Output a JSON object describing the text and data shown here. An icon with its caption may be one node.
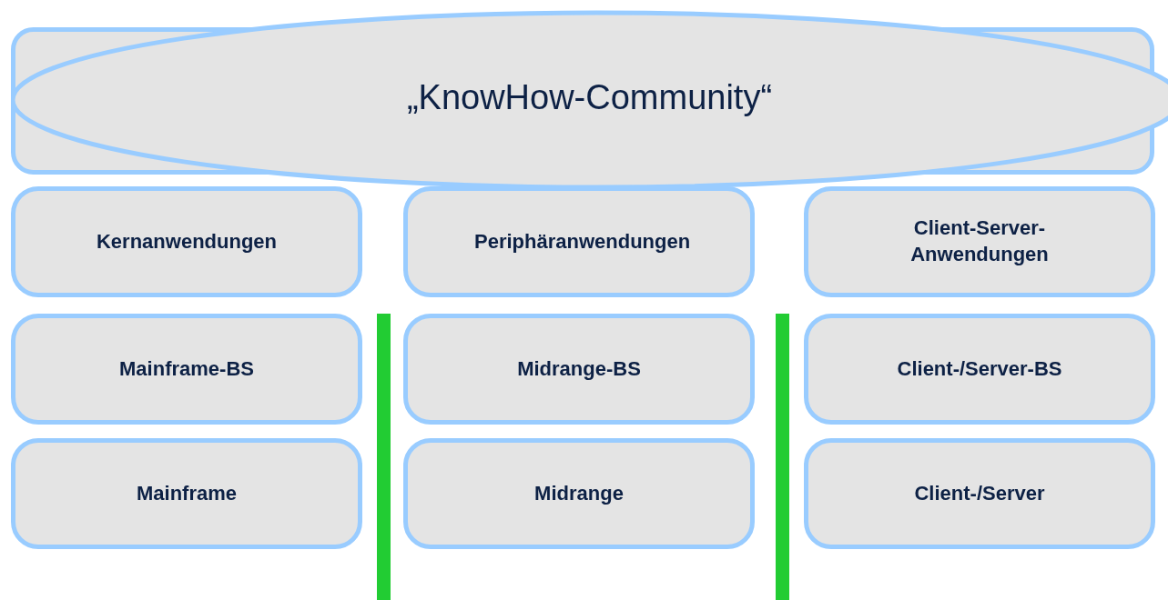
{
  "diagram": {
    "nodes": [
      {
        "text": [
          "„KnowHow-Community“"
        ]
      },
      {
        "text": [
          "Kernanwendungen"
        ]
      },
      {
        "text": [
          "Periphäranwendungen"
        ]
      },
      {
        "text": [
          "Client-Server-Anwendungen"
        ]
      },
      {
        "text": [
          "Mainframe-BS"
        ]
      },
      {
        "text": [
          "Midrange-BS"
        ]
      },
      {
        "text": [
          "Client-/Server-BS"
        ]
      },
      {
        "text": [
          "Mainframe"
        ]
      },
      {
        "text": [
          "Midrange"
        ]
      },
      {
        "text": [
          "Client-/Server"
        ]
      },
      {
        "text": [],
        "shape": "bar"
      },
      {
        "text": [],
        "shape": "bar"
      }
    ]
  }
}
